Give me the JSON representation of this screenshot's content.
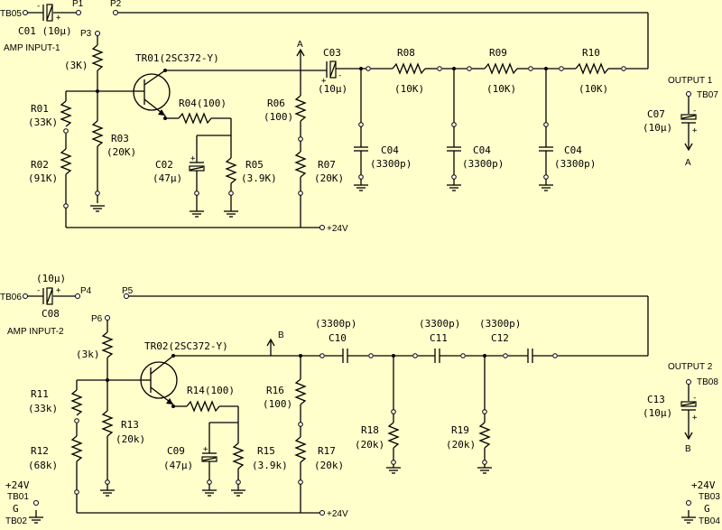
{
  "colors": {
    "background": "#ffffcc",
    "line": "#000000"
  },
  "top": {
    "tb05": "TB05",
    "p1": "P1",
    "p2": "P2",
    "p3": "P3",
    "c01": "C01 (10μ)",
    "amp_input": "AMP INPUT-1",
    "r_3k": "(3K)",
    "tr01": "TR01(2SC372-Y)",
    "r01": "R01",
    "r01_val": "(33K)",
    "r02": "R02",
    "r02_val": "(91K)",
    "r03": "R03",
    "r03_val": "(20K)",
    "r04": "R04(100)",
    "c02": "C02",
    "c02_val": "(47μ)",
    "r05": "R05",
    "r05_val": "(3.9K)",
    "a": "A",
    "r06": "R06",
    "r06_val": "(100)",
    "r07": "R07",
    "r07_val": "(20K)",
    "c03": "C03",
    "c03_val": "(10μ)",
    "r08": "R08",
    "r08_val": "(10K)",
    "r09": "R09",
    "r09_val": "(10K)",
    "r10": "R10",
    "r10_val": "(10K)",
    "c04": "C04",
    "c04_val": "(3300p)",
    "plus24": "+24V",
    "output": "OUTPUT 1",
    "tb07": "TB07",
    "c07": "C07",
    "c07_val": "(10μ)",
    "a_bottom": "A"
  },
  "bottom": {
    "cap_top_val": "(10μ)",
    "tb06": "TB06",
    "p4": "P4",
    "p5": "P5",
    "c08": "C08",
    "amp_input": "AMP INPUT-2",
    "p6": "P6",
    "r_3k": "(3k)",
    "tr02": "TR02(2SC372-Y)",
    "b": "B",
    "r11": "R11",
    "r11_val": "(33k)",
    "r12": "R12",
    "r12_val": "(68k)",
    "r13": "R13",
    "r13_val": "(20k)",
    "r14": "R14(100)",
    "c09": "C09",
    "c09_val": "(47μ)",
    "r15": "R15",
    "r15_val": "(3.9k)",
    "r16": "R16",
    "r16_val": "(100)",
    "r17": "R17",
    "r17_val": "(20k)",
    "c10": "C10",
    "c11": "C11",
    "c12": "C12",
    "cap_val": "(3300p)",
    "r18": "R18",
    "r18_val": "(20k)",
    "r19": "R19",
    "r19_val": "(20k)",
    "plus24": "+24V",
    "output": "OUTPUT 2",
    "tb08": "TB08",
    "c13": "C13",
    "c13_val": "(10μ)",
    "b_bottom": "B",
    "plus24_left": "+24V",
    "tb01": "TB01",
    "g_left": "G",
    "tb02": "TB02",
    "plus24_right": "+24V",
    "tb03": "TB03",
    "g_right": "G",
    "tb04": "TB04"
  }
}
